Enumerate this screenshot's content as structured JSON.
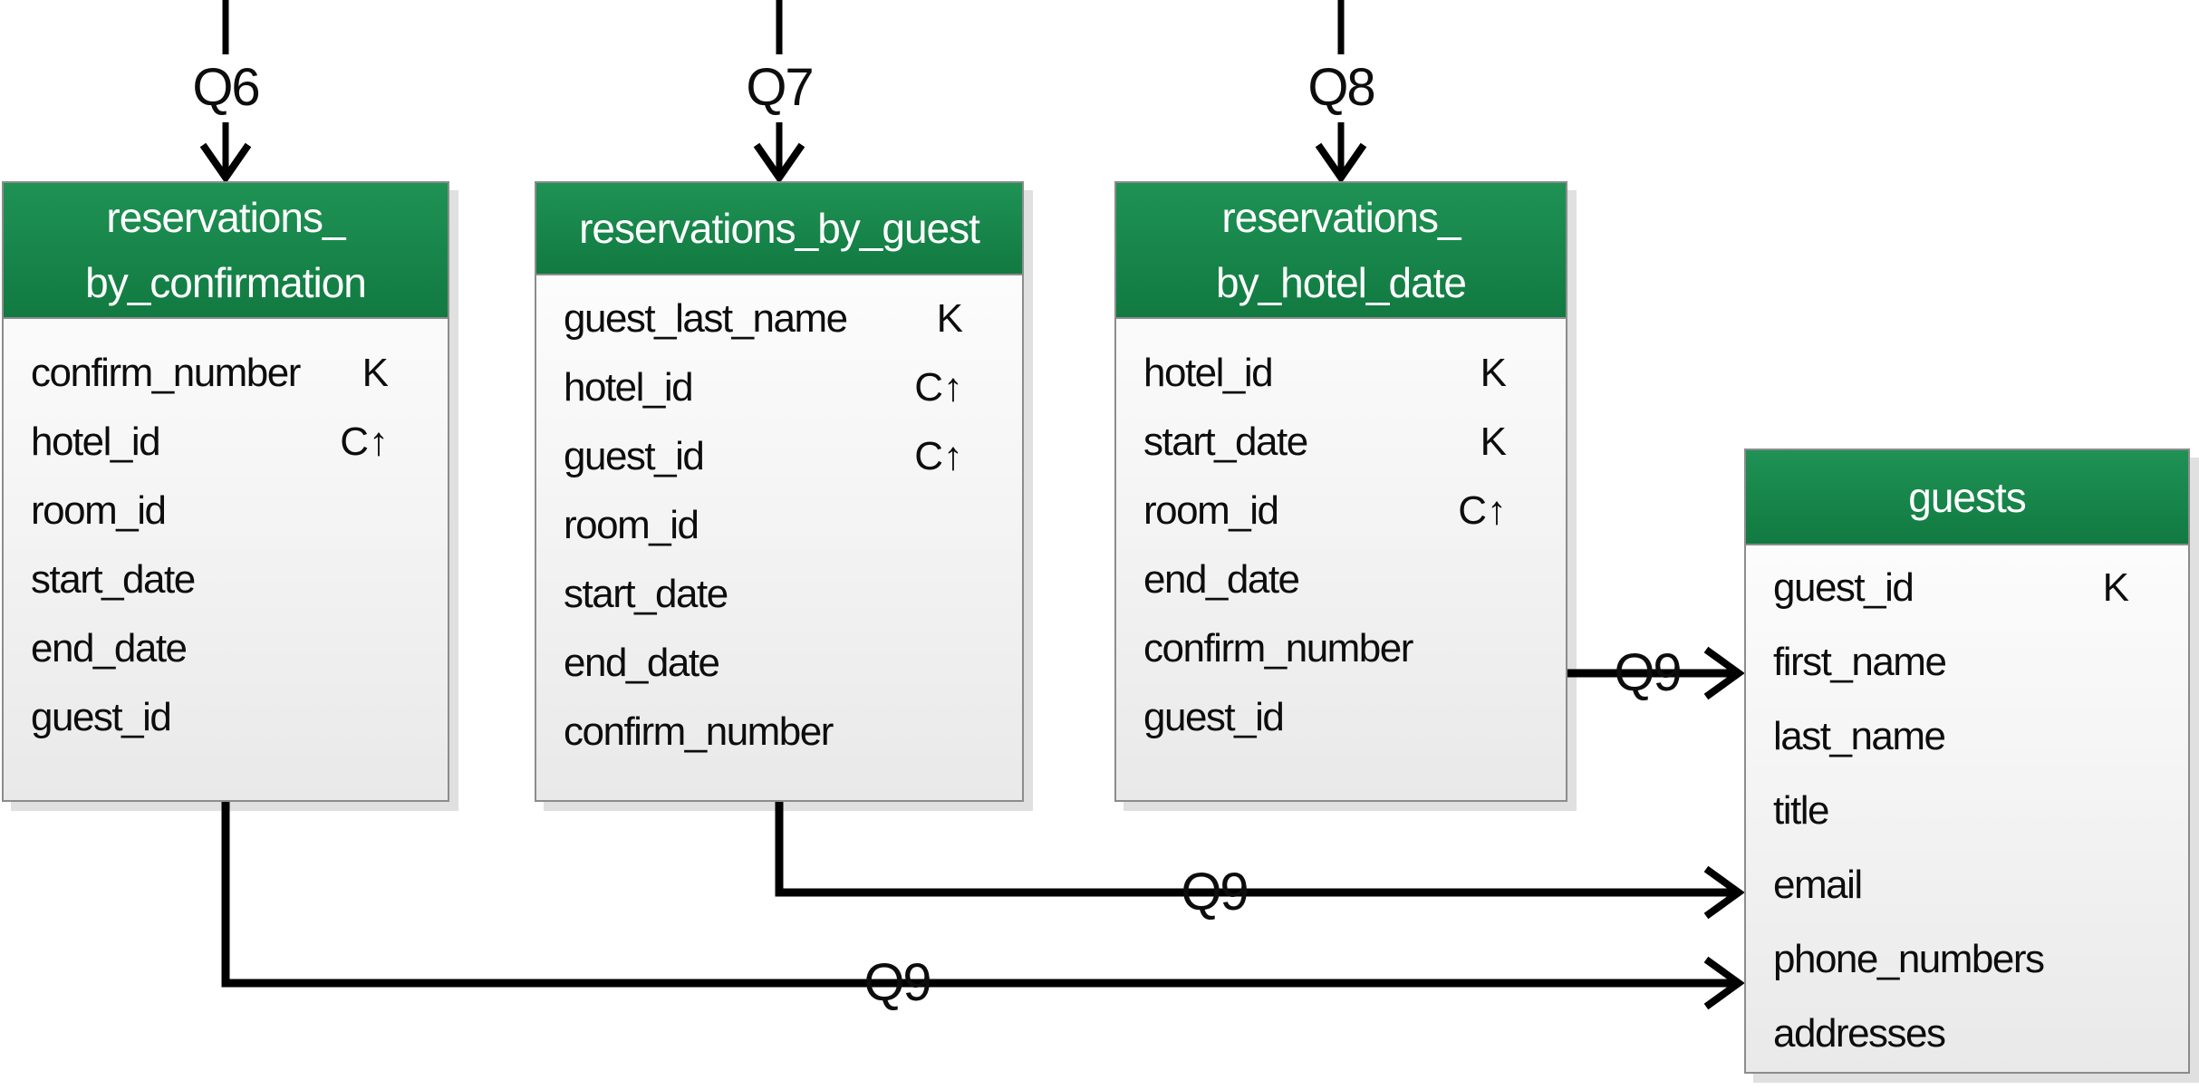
{
  "colors": {
    "header-green-top": "#1F9254",
    "header-green-bottom": "#117A41",
    "header-text": "#FFFFFF",
    "body-top": "#FFFFFF",
    "body-bottom": "#E9E9E9",
    "table-border": "#8C8C8C",
    "line": "#000000",
    "text": "#0D0D0D"
  },
  "queries": {
    "q6": "Q6",
    "q7": "Q7",
    "q8": "Q8",
    "q9_hotel_date": "Q9",
    "q9_guest": "Q9",
    "q9_confirmation": "Q9"
  },
  "tables": [
    {
      "name": "reservations_by_confirmation",
      "title_lines": [
        "reservations_",
        "by_confirmation"
      ],
      "fields": [
        {
          "name": "confirm_number",
          "key": "K"
        },
        {
          "name": "hotel_id",
          "key": "C↑"
        },
        {
          "name": "room_id",
          "key": ""
        },
        {
          "name": "start_date",
          "key": ""
        },
        {
          "name": "end_date",
          "key": ""
        },
        {
          "name": "guest_id",
          "key": ""
        }
      ]
    },
    {
      "name": "reservations_by_guest",
      "title_lines": [
        "reservations_by_guest"
      ],
      "fields": [
        {
          "name": "guest_last_name",
          "key": "K"
        },
        {
          "name": "hotel_id",
          "key": "C↑"
        },
        {
          "name": "guest_id",
          "key": "C↑"
        },
        {
          "name": "room_id",
          "key": ""
        },
        {
          "name": "start_date",
          "key": ""
        },
        {
          "name": "end_date",
          "key": ""
        },
        {
          "name": "confirm_number",
          "key": ""
        }
      ]
    },
    {
      "name": "reservations_by_hotel_date",
      "title_lines": [
        "reservations_",
        "by_hotel_date"
      ],
      "fields": [
        {
          "name": "hotel_id",
          "key": "K"
        },
        {
          "name": "start_date",
          "key": "K"
        },
        {
          "name": "room_id",
          "key": "C↑"
        },
        {
          "name": "end_date",
          "key": ""
        },
        {
          "name": "confirm_number",
          "key": ""
        },
        {
          "name": "guest_id",
          "key": ""
        }
      ]
    },
    {
      "name": "guests",
      "title_lines": [
        "guests"
      ],
      "fields": [
        {
          "name": "guest_id",
          "key": "K"
        },
        {
          "name": "first_name",
          "key": ""
        },
        {
          "name": "last_name",
          "key": ""
        },
        {
          "name": "title",
          "key": ""
        },
        {
          "name": "email",
          "key": ""
        },
        {
          "name": "phone_numbers",
          "key": ""
        },
        {
          "name": "addresses",
          "key": ""
        }
      ]
    }
  ]
}
